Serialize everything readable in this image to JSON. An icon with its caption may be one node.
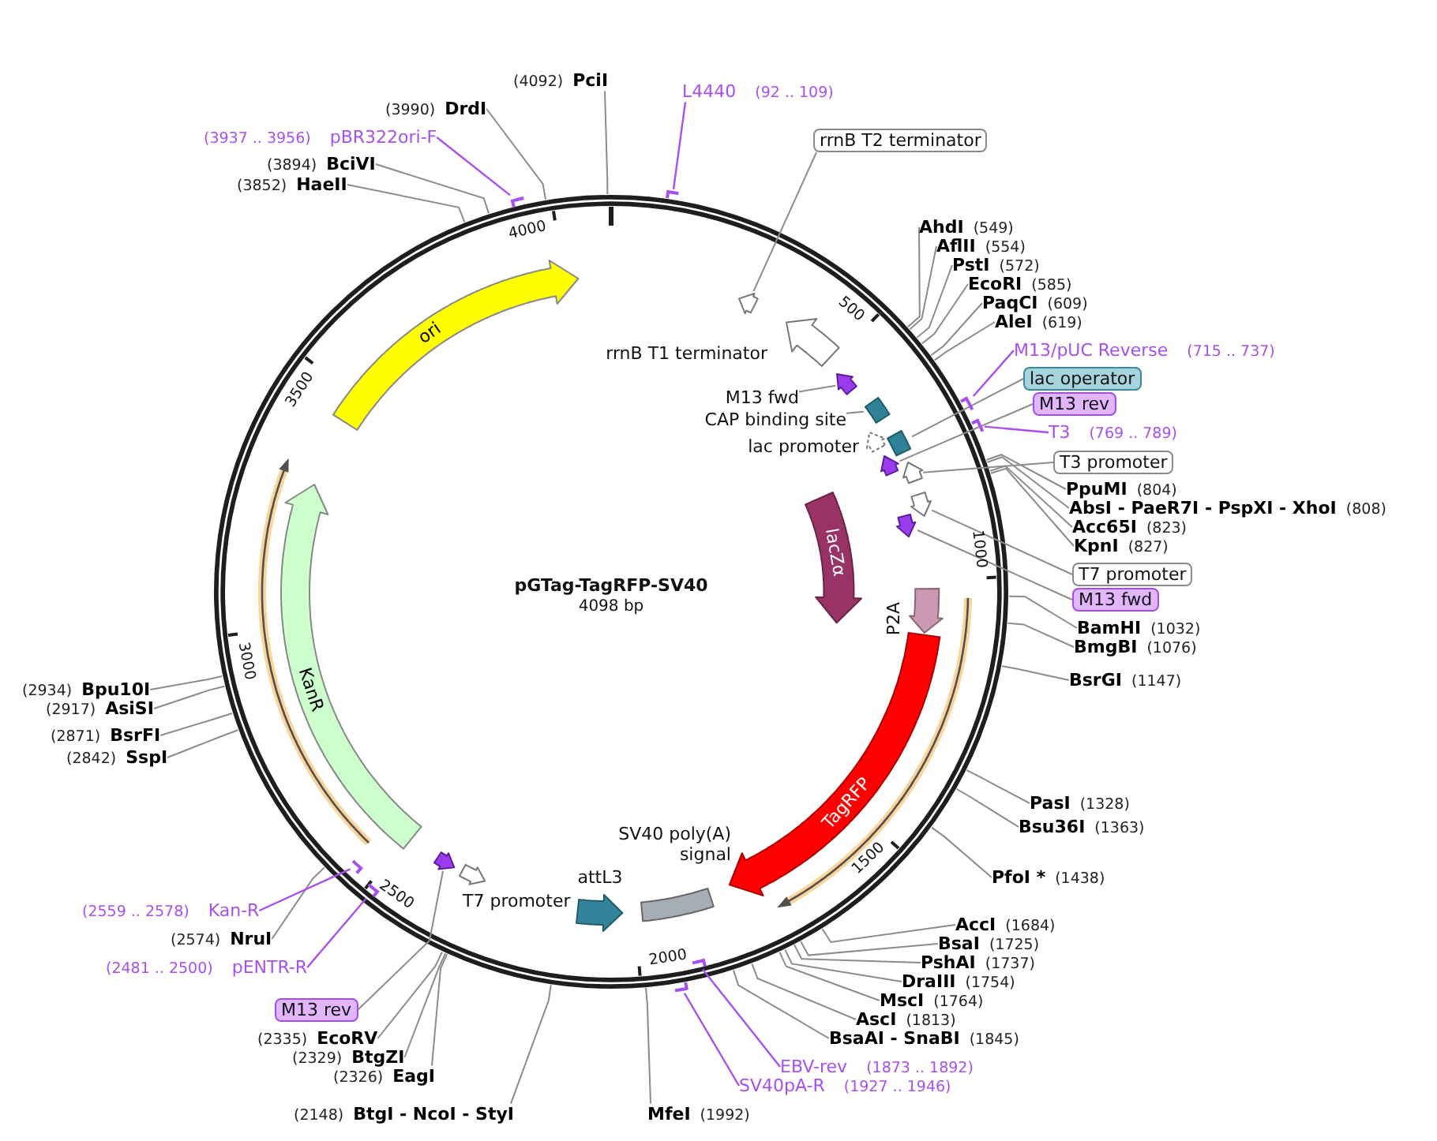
{
  "diagram": {
    "title": "pGTag-TagRFP-SV40",
    "nodes": [
      {
        "text": [
          "PciI"
        ],
        "beside": [
          "(4092)"
        ]
      },
      {
        "text": [
          "L4440"
        ],
        "beside": [
          "(92 .. 109)"
        ]
      },
      {
        "text": [],
        "shape": "bar"
      },
      {
        "text": [
          "rrnB T2 terminator"
        ]
      },
      {
        "text": [
          "AhdI"
        ],
        "beside": [
          "(549)"
        ]
      },
      {
        "text": [
          "AflII"
        ],
        "beside": [
          "(554)"
        ]
      },
      {
        "text": [
          "PstI"
        ],
        "beside": [
          "(572)"
        ]
      },
      {
        "text": [
          "EcoRI"
        ],
        "beside": [
          "(585)"
        ]
      },
      {
        "text": [
          "PaqCI"
        ],
        "beside": [
          "(609)"
        ]
      },
      {
        "text": [
          "AleI"
        ],
        "beside": [
          "(619)"
        ]
      },
      {
        "text": [
          "M13/pUC Reverse"
        ],
        "beside": [
          "(715 .. 737)"
        ]
      },
      {
        "text": [],
        "shape": "bar"
      },
      {
        "text": [
          "lac operator"
        ]
      },
      {
        "text": [
          "M13 rev"
        ]
      },
      {
        "text": [
          "T3"
        ],
        "beside": [
          "(769 .. 789)"
        ]
      },
      {
        "text": [],
        "shape": "bar"
      },
      {
        "text": [
          "T3 promoter"
        ]
      },
      {
        "text": [
          "PpuMI"
        ],
        "beside": [
          "(804)"
        ]
      },
      {
        "text": [
          "AbsI - PaeR7I - PspXI - XhoI"
        ],
        "beside": [
          "(808)"
        ]
      },
      {
        "text": [
          "Acc65I"
        ],
        "beside": [
          "(823)"
        ]
      },
      {
        "text": [
          "KpnI"
        ],
        "beside": [
          "(827)"
        ]
      },
      {
        "text": [
          "T7 promoter"
        ]
      },
      {
        "text": [
          "M13 fwd"
        ]
      },
      {
        "text": [
          "BamHI"
        ],
        "beside": [
          "(1032)"
        ]
      },
      {
        "text": [
          "BmgBI"
        ],
        "beside": [
          "(1076)"
        ]
      },
      {
        "text": [
          "BsrGI"
        ],
        "beside": [
          "(1147)"
        ]
      },
      {
        "text": [
          "PasI"
        ],
        "beside": [
          "(1328)"
        ]
      },
      {
        "text": [
          "Bsu36I"
        ],
        "beside": [
          "(1363)"
        ]
      },
      {
        "text": [
          "PfoI *"
        ],
        "beside": [
          "(1438)"
        ]
      },
      {
        "text": [
          "AccI"
        ],
        "beside": [
          "(1684)"
        ]
      },
      {
        "text": [
          "BsaI"
        ],
        "beside": [
          "(1725)"
        ]
      },
      {
        "text": [
          "PshAI"
        ],
        "beside": [
          "(1737)"
        ]
      },
      {
        "text": [
          "DraIII"
        ],
        "beside": [
          "(1754)"
        ]
      },
      {
        "text": [
          "MscI"
        ],
        "beside": [
          "(1764)"
        ]
      },
      {
        "text": [
          "AscI"
        ],
        "beside": [
          "(1813)"
        ]
      },
      {
        "text": [
          "BsaAI - SnaBI"
        ],
        "beside": [
          "(1845)"
        ]
      },
      {
        "text": [
          "EBV-rev"
        ],
        "beside": [
          "(1873 .. 1892)"
        ]
      },
      {
        "text": [],
        "shape": "bar"
      },
      {
        "text": [
          "SV40pA-R"
        ],
        "beside": [
          "(1927 .. 1946)"
        ]
      },
      {
        "text": [],
        "shape": "bar"
      },
      {
        "text": [
          "MfeI"
        ],
        "beside": [
          "(1992)"
        ]
      },
      {
        "text": [
          "BtgI - NcoI - StyI"
        ],
        "beside": [
          "(2148)"
        ]
      },
      {
        "text": [
          "EagI"
        ],
        "beside": [
          "(2326)"
        ]
      },
      {
        "text": [
          "BtgZI"
        ],
        "beside": [
          "(2329)"
        ]
      },
      {
        "text": [
          "EcoRV"
        ],
        "beside": [
          "(2335)"
        ]
      },
      {
        "text": [
          "M13 rev"
        ]
      },
      {
        "text": [
          "pENTR-R"
        ],
        "beside": [
          "(2481 .. 2500)"
        ]
      },
      {
        "text": [],
        "shape": "bar"
      },
      {
        "text": [
          "NruI"
        ],
        "beside": [
          "(2574)"
        ]
      },
      {
        "text": [
          "Kan-R"
        ],
        "beside": [
          "(2559 .. 2578)"
        ]
      },
      {
        "text": [],
        "shape": "bar"
      },
      {
        "text": [
          "SspI"
        ],
        "beside": [
          "(2842)"
        ]
      },
      {
        "text": [
          "BsrFI"
        ],
        "beside": [
          "(2871)"
        ]
      },
      {
        "text": [
          "AsiSI"
        ],
        "beside": [
          "(2917)"
        ]
      },
      {
        "text": [
          "Bpu10I"
        ],
        "beside": [
          "(2934)"
        ]
      },
      {
        "text": [
          "HaeII"
        ],
        "beside": [
          "(3852)"
        ]
      },
      {
        "text": [
          "BciVI"
        ],
        "beside": [
          "(3894)"
        ]
      },
      {
        "text": [
          "pBR322ori-F"
        ],
        "beside": [
          "(3937 .. 3956)"
        ]
      },
      {
        "text": [],
        "shape": "bar"
      },
      {
        "text": [
          "DrdI"
        ],
        "beside": [
          "(3990)"
        ]
      },
      {
        "text": [],
        "shape": "arrow"
      },
      {
        "text": [
          "rrnB T1 terminator"
        ]
      },
      {
        "text": [
          "M13 fwd"
        ]
      },
      {
        "text": [],
        "shape": "arrow"
      },
      {
        "text": [
          "CAP binding site"
        ]
      },
      {
        "text": [],
        "shape": "box"
      },
      {
        "text": [
          "lac promoter"
        ]
      },
      {
        "text": [],
        "shape": "box"
      },
      {
        "text": [],
        "shape": "arrow"
      },
      {
        "text": [],
        "shape": "arrow"
      },
      {
        "text": [],
        "shape": "arrow"
      },
      {
        "text": [],
        "shape": "arrow"
      },
      {
        "text": [
          "lacZα"
        ]
      },
      {
        "text": [
          "P2A"
        ]
      },
      {
        "text": [
          "TagRFP"
        ]
      },
      {
        "text": [
          "SV40 poly(A) signal"
        ]
      },
      {
        "text": [
          "attL3"
        ]
      },
      {
        "text": [
          "T7 promoter"
        ]
      },
      {
        "text": [],
        "shape": "arrow"
      },
      {
        "text": [
          "KanR"
        ]
      },
      {
        "text": [
          "ori"
        ]
      }
    ],
    "edges": [
      {
        "from": 0,
        "to": null,
        "arrow": "none"
      },
      {
        "from": 1,
        "to": 2,
        "arrow": "none",
        "color": "#a84ff0"
      },
      {
        "from": 3,
        "to": 60,
        "arrow": "none"
      },
      {
        "from": 4,
        "to": null,
        "arrow": "none"
      },
      {
        "from": 5,
        "to": null,
        "arrow": "none"
      },
      {
        "from": 6,
        "to": null,
        "arrow": "none"
      },
      {
        "from": 7,
        "to": null,
        "arrow": "none"
      },
      {
        "from": 8,
        "to": null,
        "arrow": "none"
      },
      {
        "from": 9,
        "to": null,
        "arrow": "none"
      },
      {
        "from": 10,
        "to": 11,
        "arrow": "none",
        "color": "#a84ff0"
      },
      {
        "from": 12,
        "to": 67,
        "arrow": "none"
      },
      {
        "from": 13,
        "to": 68,
        "arrow": "none"
      },
      {
        "from": 14,
        "to": 15,
        "arrow": "none",
        "color": "#a84ff0"
      },
      {
        "from": 16,
        "to": 69,
        "arrow": "none"
      },
      {
        "from": 17,
        "to": null,
        "arrow": "none"
      },
      {
        "from": 18,
        "to": null,
        "arrow": "none"
      },
      {
        "from": 19,
        "to": null,
        "arrow": "none"
      },
      {
        "from": 20,
        "to": null,
        "arrow": "none"
      },
      {
        "from": 21,
        "to": 70,
        "arrow": "none"
      },
      {
        "from": 22,
        "to": 71,
        "arrow": "none"
      },
      {
        "from": 23,
        "to": null,
        "arrow": "none"
      },
      {
        "from": 24,
        "to": null,
        "arrow": "none"
      },
      {
        "from": 25,
        "to": null,
        "arrow": "none"
      },
      {
        "from": 26,
        "to": null,
        "arrow": "none"
      },
      {
        "from": 27,
        "to": null,
        "arrow": "none"
      },
      {
        "from": 28,
        "to": null,
        "arrow": "none"
      },
      {
        "from": 29,
        "to": null,
        "arrow": "none"
      },
      {
        "from": 30,
        "to": null,
        "arrow": "none"
      },
      {
        "from": 31,
        "to": null,
        "arrow": "none"
      },
      {
        "from": 32,
        "to": null,
        "arrow": "none"
      },
      {
        "from": 33,
        "to": null,
        "arrow": "none"
      },
      {
        "from": 34,
        "to": null,
        "arrow": "none"
      },
      {
        "from": 35,
        "to": null,
        "arrow": "none"
      },
      {
        "from": 36,
        "to": 37,
        "arrow": "none",
        "color": "#a84ff0"
      },
      {
        "from": 38,
        "to": 39,
        "arrow": "none",
        "color": "#a84ff0"
      },
      {
        "from": 40,
        "to": null,
        "arrow": "none"
      },
      {
        "from": 41,
        "to": null,
        "arrow": "none"
      },
      {
        "from": 42,
        "to": null,
        "arrow": "none"
      },
      {
        "from": 43,
        "to": null,
        "arrow": "none"
      },
      {
        "from": 44,
        "to": null,
        "arrow": "none"
      },
      {
        "from": 45,
        "to": 78,
        "arrow": "none"
      },
      {
        "from": 46,
        "to": 47,
        "arrow": "none",
        "color": "#a84ff0"
      },
      {
        "from": 48,
        "to": null,
        "arrow": "none"
      },
      {
        "from": 49,
        "to": 50,
        "arrow": "none",
        "color": "#a84ff0"
      },
      {
        "from": 51,
        "to": null,
        "arrow": "none"
      },
      {
        "from": 52,
        "to": null,
        "arrow": "none"
      },
      {
        "from": 53,
        "to": null,
        "arrow": "none"
      },
      {
        "from": 54,
        "to": null,
        "arrow": "none"
      },
      {
        "from": 55,
        "to": null,
        "arrow": "none"
      },
      {
        "from": 56,
        "to": null,
        "arrow": "none"
      },
      {
        "from": 57,
        "to": 58,
        "arrow": "none",
        "color": "#a84ff0"
      },
      {
        "from": 59,
        "to": null,
        "arrow": "none"
      },
      {
        "from": 62,
        "to": 63,
        "arrow": "none"
      },
      {
        "from": 64,
        "to": 65,
        "arrow": "none"
      }
    ],
    "labels": [
      "4098 bp",
      "500",
      "1000",
      "1500",
      "2000",
      "2500",
      "3000",
      "3500",
      "4000"
    ]
  }
}
